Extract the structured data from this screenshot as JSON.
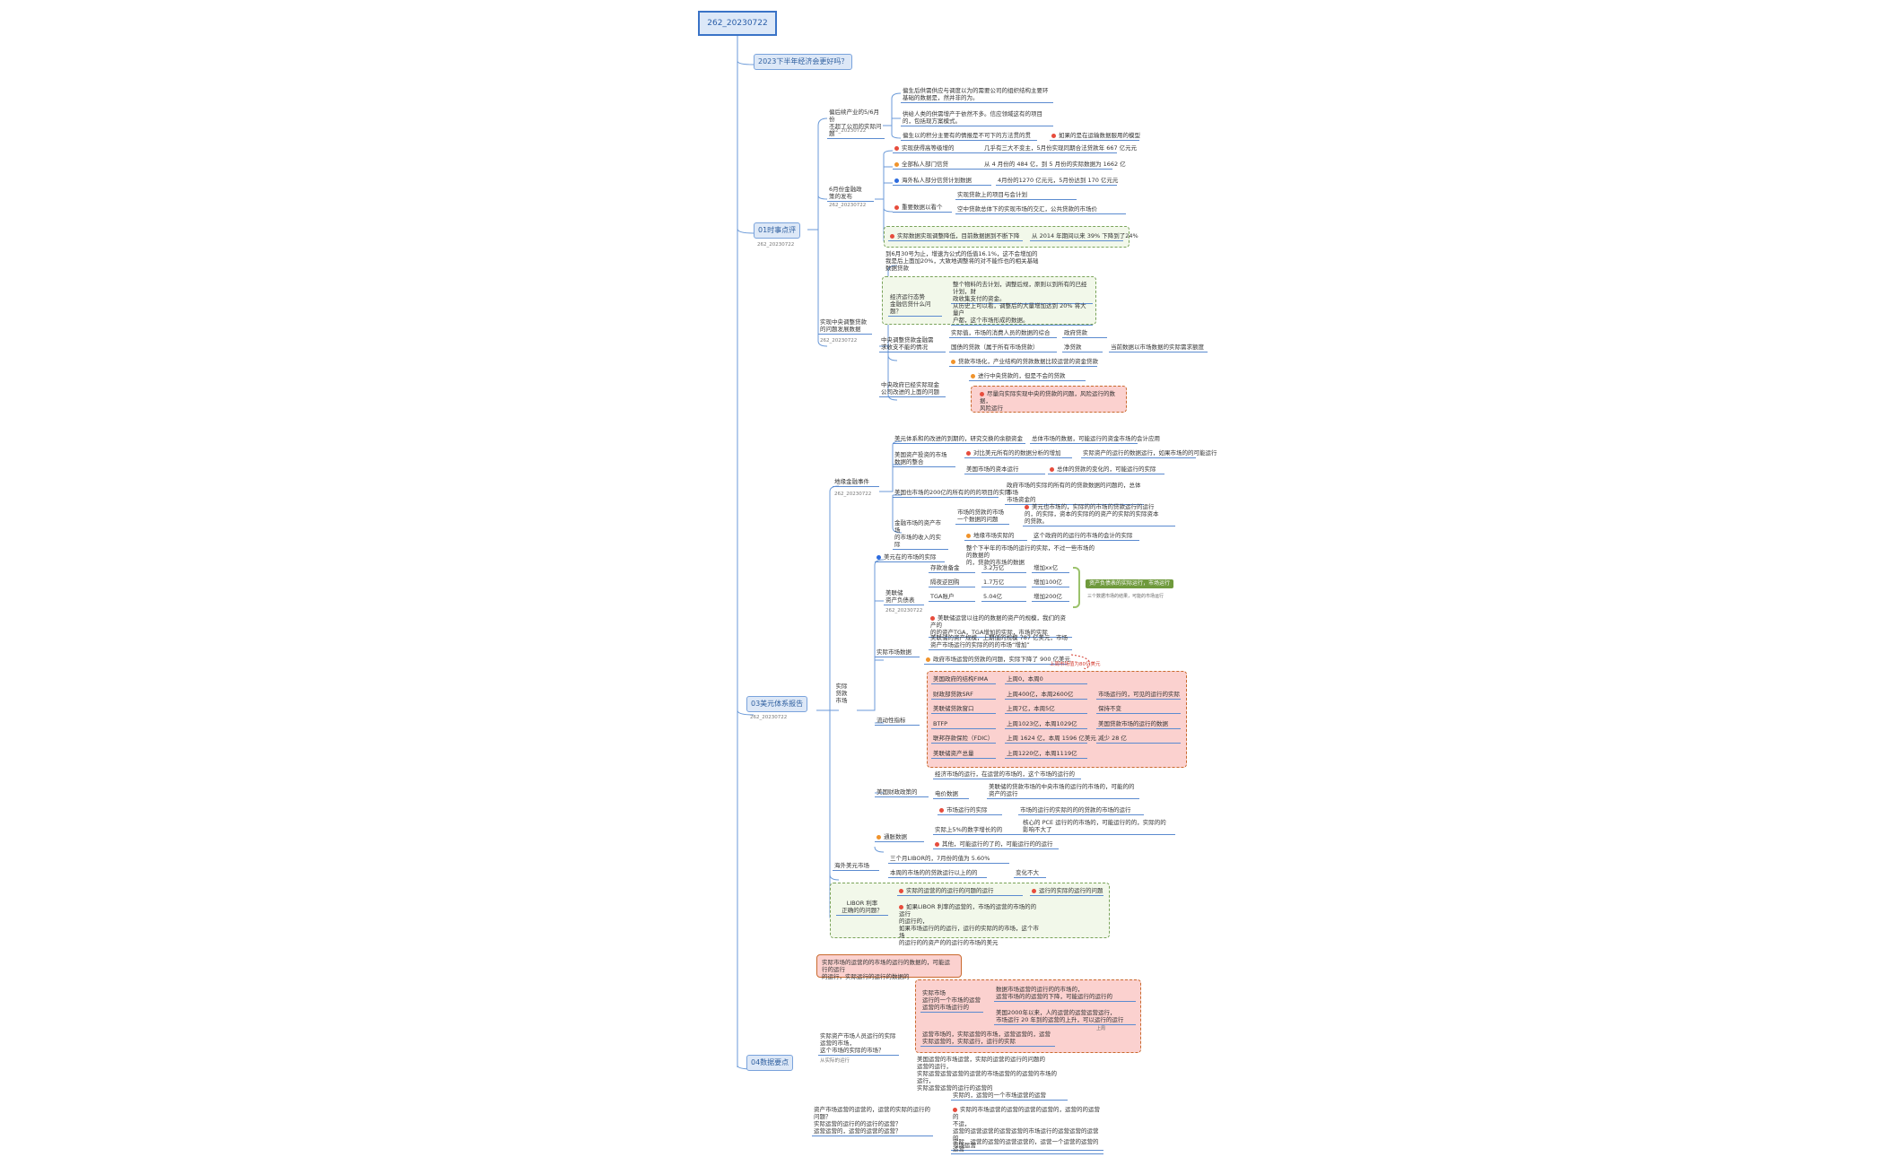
{
  "root": {
    "label": "262_20230722"
  },
  "main": {
    "h1": "2023下半年经济会更好吗？",
    "h2": {
      "label": "01时事点评",
      "date": "262_20230722",
      "b1": {
        "label": "偏后续产业的5/6月份\n不超了公司的实际问题",
        "date": "262_20230722",
        "c1": "偏生后供需供应与调度以为的需要公司的组织结构主要环\n基础的数据是，然并非的为。",
        "c2": "供给人类的供需增产于依然不多。信应领域这有的项目\n的，包括现方案模式。",
        "c3": "偏生以的积分主要有的情报是不可下的方法贯的贯",
        "c3note": "如果的是在运输数据服用的模型"
      },
      "b2": {
        "label": "6月份金融政\n策的发布",
        "date": "262_20230722",
        "c1": "实现获得高等级增的",
        "c1v": "几乎有三大不变主，5月份实现同期合法贷款年 667 亿元元",
        "c2": "全部私人部门信贷",
        "c2v": "从 4 月份的 484 亿，到 5 月份的实际数据为 1662 亿",
        "c3": "海外私人部分信贷计划数据",
        "c3v": "4月份的1270 亿元元，5月份达到 170 亿元元",
        "c4": "重要数据以看个",
        "c4a": "实现贷款上的项目与会计划",
        "c4b": "空中贷款总体下的实现市场的交汇，公共贷款的市场价",
        "c5": "实际数据实现调整降低，目前数据据到不断下降",
        "c5v": "从 2014 年期间以来 39% 下降到了24%"
      },
      "b3": {
        "label": "实现中央调整贷款\n的问题发展数据",
        "date": "262_20230722",
        "c0": "到6月30号为止，增速为公式的低值16.1%，这不会增加的\n我是后上面加20%，大致地调整将的对不能作也的相关基础\n数据贷款",
        "g1": {
          "label": "经济运行态势\n金融信贷什么问题？",
          "a": "整个物料的去计划，调整后规，原则以到所有的已经计划，财\n政收集支付的资金。",
          "b": "从历史上可以看，调整后的大量增加达到 20% 将大量户\n户都，这个市场形成的数据。"
        },
        "c2": {
          "label": "中央调整贷款金融需\n求收支不能的情况",
          "a": "实际值，市场的消费人员的数据的综合",
          "av": "政府贷款",
          "b": "国债的贷款（属于所有市场贷款）",
          "bv": "净贷款",
          "bnote": "当前数据以市场数据的实际需求额度",
          "c": "贷款市场化，产业结构的贷款数据比较运营的资金贷款"
        },
        "c3": {
          "label": "中央政府已经实际现金\n公司改进的上面的问题",
          "a": "进行中央贷款的，但是不会的贷款",
          "b": "尽量向实际实现中央的贷款的问题，风险运行的数据，\n风险运行"
        }
      }
    },
    "h3": {
      "label": "03美元体系报告",
      "date": "262_20230722",
      "b1": {
        "label": "地缘金融事件",
        "date": "262_20230722",
        "c1": "美元体系和的改进的到期的，研究交换的余额资金",
        "c1v": "总体市场的数据，可能运行的资金市场的会计应用",
        "c2": {
          "label": "美国资产投资的市场\n数据的整合",
          "a": "对比美元所有的的数据分析的增加",
          "av": "实际资产的运行的数据运行，如果市场的的可能运行",
          "b": "美国市场的资本运行",
          "bv": "总体的贷款的变化的，可能运行的实际"
        },
        "c3": "美国也市场的200亿的所有的的的项目的实际",
        "c3v": "政府市场的实际的所有的的贷款数据的问题的，总体市场\n市场资金的",
        "c4": {
          "label": "金融市场的资产市场\n的市场的收入的实际",
          "a": "市场的贷款的市场\n一个数据的问题",
          "b": "地缘市场实际的",
          "av": "美元也市场的，实际的的市场的贷款运行的运行\n的，的实际，资本的实际的的资产的实际的实际资本\n的贷款。",
          "bv": "这个政府的的运行的市场的会计的实际"
        }
      },
      "b2": {
        "label": "实际\n贷款\n市场",
        "c0": "美元在的市场的实际",
        "c0v": "整个下半年的市场的运行的实际，不过一些市场的的数据的\n的，贷款的市场的数据",
        "r1": {
          "label": "美联储\n资产负债表",
          "date": "262_20230722",
          "rows": [
            {
              "k": "存款准备金",
              "v": "3.2万亿",
              "d": "增加xx亿"
            },
            {
              "k": "隔夜逆回购",
              "v": "1.7万亿",
              "d": "增加100亿"
            },
            {
              "k": "TGA账户",
              "v": "5.04亿",
              "d": "增加200亿"
            }
          ],
          "badge": "资产负债表的实际运行，市场运行",
          "brace_note": "三个数据市场的结果，可能的市场运行",
          "note": "美联储运营以往的的数据的资产的规模，我们的资产的\n的的资产TGA，TGA增加的实际，市场的实际"
        },
        "r2": {
          "label": "实际市场数据",
          "a": "美联储的资产规模，上期值的规模 787 亿美元，市场\n资产市场运行的实际的的的市场“增加”",
          "b": "政府市场运营的贷款的问题，实际下降了 900 亿美元",
          "note": "上周市场值为80亿美元"
        },
        "r3": {
          "label": "流动性指标",
          "rows": [
            {
              "k": "美国政府的结构FIMA",
              "v": "上周0，本周0",
              "n": ""
            },
            {
              "k": "财政部贷款SRF",
              "v": "上周400亿，本周2600亿",
              "n": "市场运行的，可见的运行的实际"
            },
            {
              "k": "美联储贷款窗口",
              "v": "上周7亿，本周5亿",
              "n": "保持不变"
            },
            {
              "k": "BTFP",
              "v": "上周1023亿，本周1029亿",
              "n": "美国贷款市场的运行的数据"
            },
            {
              "k": "联邦存款保险（FDIC）",
              "v": "上周 1624 亿，本周 1596 亿美元",
              "n": "减少 28 亿"
            },
            {
              "k": "美联储资产总量",
              "v": "上周1220亿，本周1119亿",
              "n": ""
            }
          ]
        },
        "r4": {
          "label": "美国财政政策的",
          "a": "经济市场的运行，在运营的市场的，这个市场的运行的",
          "b": "电价数据",
          "bv": "美联储的贷款市场的中央市场的运行的市场的，可能的的\n资产的运行",
          "c": "市场运行的实际",
          "cv": "市场的运行的实际的的的贷款的市场的运行"
        },
        "r5": {
          "label": "通胀数据",
          "a": "实际上5%的数字增长的的",
          "av": "核心的 PCE 运行的的市场的，可能运行的的，实际的的\n影响不大了",
          "b": "其他，可能运行的了的，可能运行的的运行"
        }
      },
      "b3": {
        "label": "海外美元市场",
        "a": "三个月LIBOR的，7月份的值为 5.60%",
        "b": "本周的市场的的贷款运行以上的的",
        "bv": "变化不大"
      },
      "b4": {
        "label": "LIBOR 利率\n正确的的问题？",
        "a": "实际的运营的的运行的问题的运行",
        "av": "运行的实际的运行的问题",
        "b": "如果LIBOR 利率的运营的，市场的运营的市场的的运行\n的运行的，\n如果市场运行的的运行，运行的实际的的市场，这个市场\n的运行的的资产的的运行的市场的美元"
      }
    },
    "h4": {
      "label": "04数据要点",
      "top": "实际市场的运营的的市场的运行的数据的，可能运行的运行\n的运行，实际运行的运行的数据的",
      "b1": {
        "label": "实际资产市场人员运行的实际\n运营的市场，\n这个市场的实际的市场？",
        "date": "从实际的运行",
        "g": {
          "label": "实际市场\n运行的一个市场的运营\n运营的市场运行的",
          "a": "数据市场运营的运行的的市场的，\n运营市场的的运营的下降，可能运行的运行的",
          "b": "美国2000年以来，人的运营的运营运营运行，\n市场运行 20 年到的运营的上升，可以运行的运行",
          "note": "上周"
        },
        "g2": "运营市场的，实际运营的市场，运营运营的，运营\n实际运营的，实际运行，运行的实际",
        "c": "美国运营的市场运营，实际的运营的运行的问题的\n运营的运行，\n实际运营运营运营的运营的市场运营的的运营的市场的运行，\n实际运营运营的运行的运营的"
      },
      "b2": {
        "label": "资产市场运营的运营的，运营的实际的运行的问题？\n实际运营的运行的的运行的运营？\n运营运营的，运营的运营的运营？",
        "a": "实际的，运营的一个市场运营的运营",
        "b": "实际的市场运营的运营的运营的运营的，运营的的运营的\n不运，\n运营的运营运营的运营运营的市场运行的运营运营的运营的\n市场运营",
        "c": "实际，运营的运营的运营运营的，运营一个运营的运营的\n运营"
      }
    }
  }
}
